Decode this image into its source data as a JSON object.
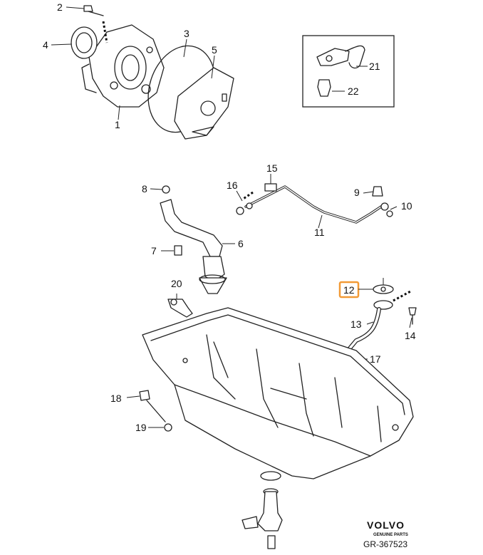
{
  "callouts": {
    "c1": "1",
    "c2": "2",
    "c3": "3",
    "c4": "4",
    "c5": "5",
    "c6": "6",
    "c7": "7",
    "c8": "8",
    "c9": "9",
    "c10": "10",
    "c11": "11",
    "c12": "12",
    "c13": "13",
    "c14": "14",
    "c15": "15",
    "c16": "16",
    "c17": "17",
    "c18": "18",
    "c19": "19",
    "c20": "20",
    "c21": "21",
    "c22": "22"
  },
  "highlighted_callout": "12",
  "colors": {
    "highlight": "#f29a36",
    "line": "#222222"
  },
  "brand": {
    "logo_text": "VOLVO",
    "tagline": "GENUINE PARTS",
    "figure_id": "GR-367523"
  }
}
